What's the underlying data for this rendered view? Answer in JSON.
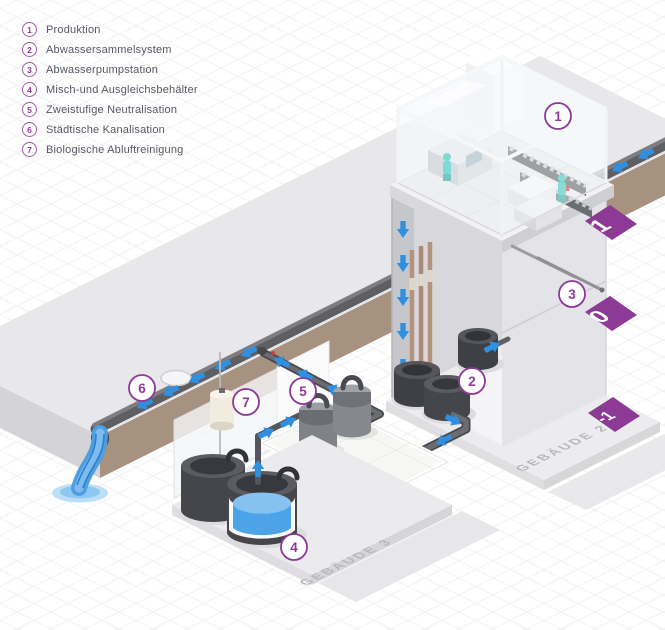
{
  "legend": {
    "items": [
      {
        "number": "1",
        "label": "Produktion"
      },
      {
        "number": "2",
        "label": "Abwassersammelsystem"
      },
      {
        "number": "3",
        "label": "Abwasserpumpstation"
      },
      {
        "number": "4",
        "label": "Misch-und Ausgleichsbehälter"
      },
      {
        "number": "5",
        "label": "Zweistufige Neutralisation"
      },
      {
        "number": "6",
        "label": "Städtische Kanalisation"
      },
      {
        "number": "7",
        "label": "Biologische Abluftreinigung"
      }
    ]
  },
  "scene": {
    "markers": [
      {
        "number": "1"
      },
      {
        "number": "2"
      },
      {
        "number": "3"
      },
      {
        "number": "4"
      },
      {
        "number": "5"
      },
      {
        "number": "6"
      },
      {
        "number": "7"
      }
    ],
    "levels": [
      {
        "label": "1"
      },
      {
        "label": "0"
      },
      {
        "label": "-1"
      }
    ],
    "buildings": [
      {
        "label": "GEBÄUDE 2"
      },
      {
        "label": "GEBÄUDE 3"
      }
    ]
  },
  "colors": {
    "accent_purple": "#8c3a96",
    "arrow_blue": "#2f8fe0",
    "water_blue": "#5aa9e8",
    "ground_brown": "#a6927f",
    "tank_dark": "#45464b",
    "tank_gray": "#7f8287",
    "label_gray": "#b7b8bc"
  }
}
